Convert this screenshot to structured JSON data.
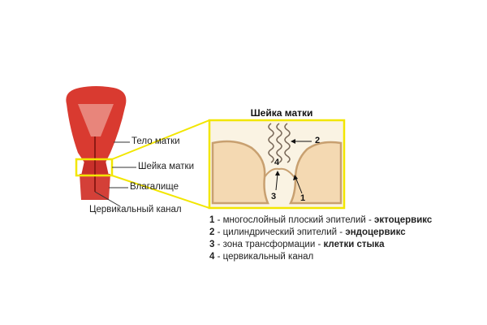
{
  "labels": {
    "body": "Тело матки",
    "cervix": "Шейка матки",
    "vagina": "Влагалище",
    "canal": "Цервикальный канал"
  },
  "detail": {
    "title": "Шейка матки",
    "numbers": [
      "1",
      "2",
      "3",
      "4"
    ]
  },
  "legend": [
    {
      "num": "1",
      "sep": " - ",
      "text": "многослойный плоский эпителий",
      "sep2": " - ",
      "bold": "эктоцервикс"
    },
    {
      "num": "2",
      "sep": " - ",
      "text": "цилиндрический эпителий",
      "sep2": " - ",
      "bold": "эндоцервикс"
    },
    {
      "num": "3",
      "sep": " - ",
      "text": "зона трансформации",
      "sep2": " - ",
      "bold": "клетки стыка"
    },
    {
      "num": "4",
      "sep": " - ",
      "text": "цервикальный канал",
      "sep2": "",
      "bold": ""
    }
  ],
  "colors": {
    "uterus": "#d93a30",
    "uterus_dark": "#b3261e",
    "highlight": "#f2e600",
    "tissue": "#f4d9b2",
    "epithelium": "#c8a070"
  }
}
